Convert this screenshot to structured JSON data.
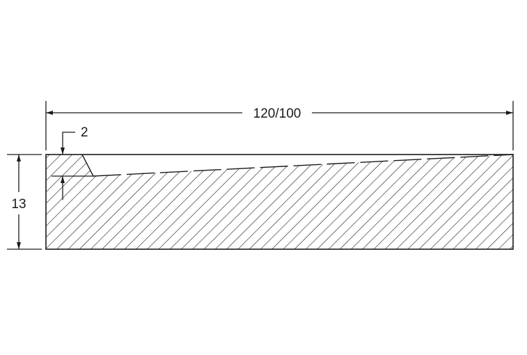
{
  "drawing": {
    "overall_length_label": "120/100",
    "height_label": "13",
    "depth_label": "2"
  },
  "colors": {
    "line": "#1a1a1a",
    "background": "#ffffff"
  }
}
